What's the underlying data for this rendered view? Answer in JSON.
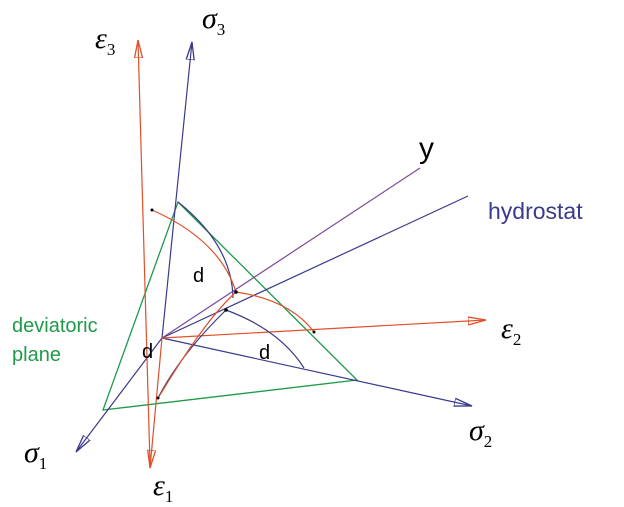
{
  "colors": {
    "stress_axes": "#3a3a8c",
    "strain_axes": "#e0502a",
    "deviatoric_plane": "#1f9a4a",
    "hydrostat": "#3a3a8c",
    "y_axis": "#7a4a9a",
    "text_dark": "#000000"
  },
  "labels": {
    "sigma1": {
      "symbol": "σ",
      "sub": "1"
    },
    "sigma2": {
      "symbol": "σ",
      "sub": "2"
    },
    "sigma3": {
      "symbol": "σ",
      "sub": "3"
    },
    "eps1": {
      "symbol": "ε",
      "sub": "1"
    },
    "eps2": {
      "symbol": "ε",
      "sub": "2"
    },
    "eps3": {
      "symbol": "ε",
      "sub": "3"
    },
    "y": "y",
    "hydrostat": "hydrostat",
    "deviatoric_line1": "deviatoric",
    "deviatoric_line2": "plane",
    "d_top": "d",
    "d_left": "d",
    "d_right": "d"
  }
}
